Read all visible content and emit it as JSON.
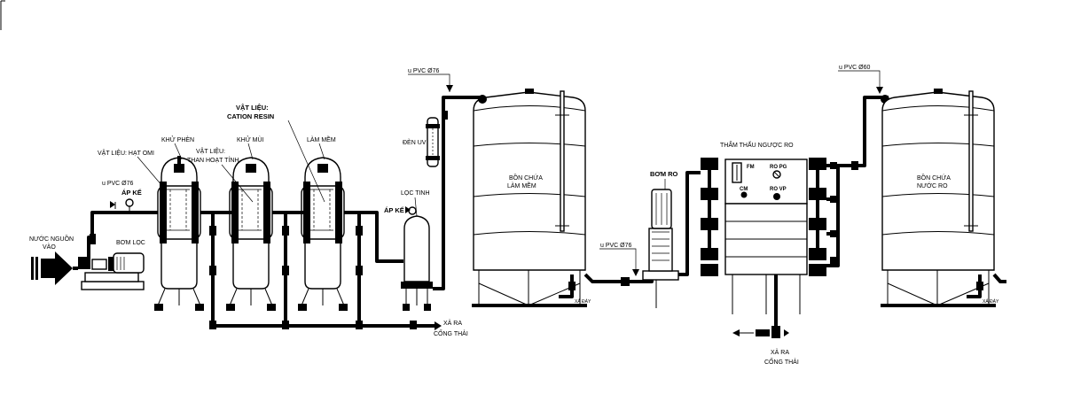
{
  "labels": {
    "water_inlet_line1": "NƯỚC NGUỒN",
    "water_inlet_line2": "VÀO",
    "filter_pump": "BƠM LỌC",
    "material_sand": "VẬT LIỆU: HẠT OMI",
    "pipe_inlet": "u PVC Ø76",
    "pressure_gauge_1": "ÁP KẾ",
    "iron_removal": "KHỬ PHÈN",
    "material_carbon_line1": "VẬT LIỆU:",
    "material_carbon_line2": "THAN HOẠT TÍNH",
    "odor_removal": "KHỬ MÙI",
    "material_resin_line1": "VẬT LIỆU:",
    "material_resin_line2": "CATION  RESIN",
    "softening": "LÀM MỀM",
    "pressure_gauge_2": "ÁP KẾ",
    "fine_filter": "LỌC TINH",
    "uv_lamp": "ĐÈN UV",
    "pipe_uv": "u PVC Ø76",
    "soft_tank_line1": "BỒN CHỨA",
    "soft_tank_line2": "LÀM MỀM",
    "drain_1_line1": "XẢ RA",
    "drain_1_line2": "CỐNG THẢI",
    "drain_small_1": "XẢ ĐÁY",
    "pipe_ro_pump": "u PVC Ø76",
    "ro_pump": "BƠM RO",
    "ro_unit": "THẨM THẤU NGƯỢC RO",
    "gauge_fm": "FM",
    "gauge_ro_pg": "RO PG",
    "gauge_cm": "CM",
    "gauge_ro_vp": "RO VP",
    "drain_2_line1": "XẢ RA",
    "drain_2_line2": "CỐNG THẢI",
    "pipe_ro_tank": "u PVC Ø60",
    "ro_tank_line1": "BỒN CHỨA",
    "ro_tank_line2": "NƯỚC RO",
    "drain_small_2": "XẢ ĐÁY"
  }
}
